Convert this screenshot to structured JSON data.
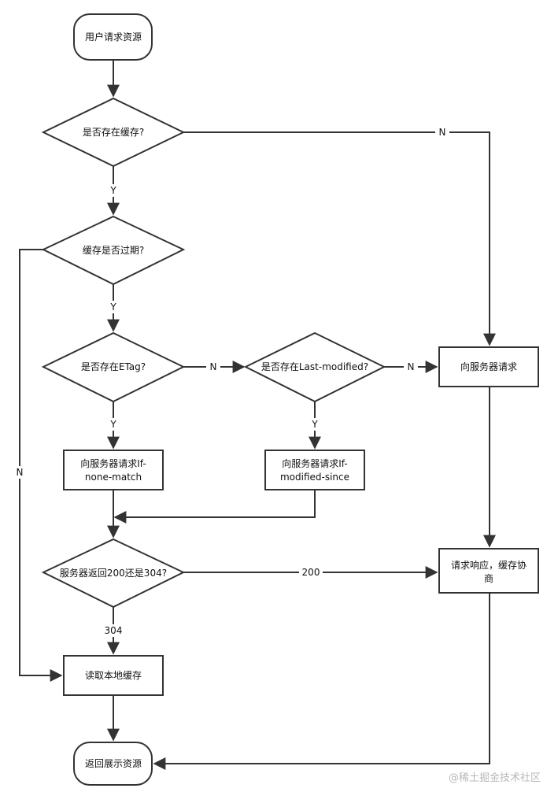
{
  "nodes": {
    "start": "用户请求资源",
    "has_cache": "是否存在缓存?",
    "cache_expired": "缓存是否过期?",
    "has_etag": "是否存在ETag?",
    "has_last_modified": "是否存在Last-modified?",
    "request_server": "向服务器请求",
    "req_none_match_1": "向服务器请求If-",
    "req_none_match_2": "none-match",
    "req_modified_since_1": "向服务器请求If-",
    "req_modified_since_2": "modified-since",
    "server_return": "服务器返回200还是304?",
    "response_negotiate_1": "请求响应，缓存协",
    "response_negotiate_2": "商",
    "read_local_cache": "读取本地缓存",
    "return_display": "返回展示资源"
  },
  "edges": {
    "has_cache_no": "N",
    "has_cache_yes": "Y",
    "expired_yes": "Y",
    "expired_no": "N",
    "etag_yes": "Y",
    "etag_no": "N",
    "lastmod_yes": "Y",
    "lastmod_no": "N",
    "status_200": "200",
    "status_304": "304"
  },
  "watermark": "@稀土掘金技术社区"
}
